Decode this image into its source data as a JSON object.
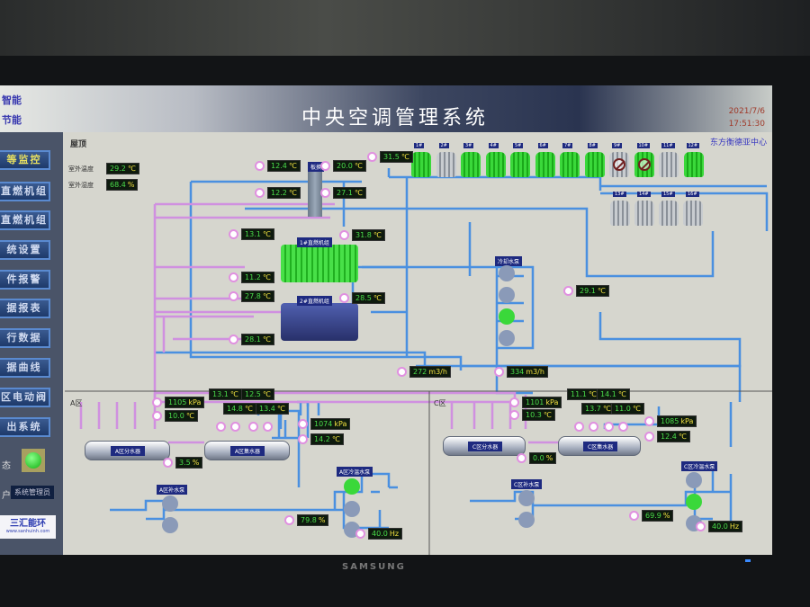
{
  "header": {
    "left_line1": "智能",
    "left_line2": "节能",
    "title": "中央空调管理系统",
    "date": "2021/7/6",
    "time": "17:51:30",
    "org": "东方衡德亚中心"
  },
  "sidebar": {
    "items": [
      {
        "label": "等监控",
        "active": true
      },
      {
        "label": "直燃机组"
      },
      {
        "label": "直燃机组"
      },
      {
        "label": "统设置"
      },
      {
        "label": "件报警"
      },
      {
        "label": "据报表"
      },
      {
        "label": "行数据"
      },
      {
        "label": "据曲线"
      },
      {
        "label": "区电动阀"
      },
      {
        "label": "出系统"
      }
    ],
    "status_label": "态",
    "user_label": "户",
    "user_value": "系统管理员",
    "logo": "三汇能环",
    "logo_url": "www.sanhuinh.com"
  },
  "roof": {
    "section": "屋顶",
    "outdoor_temp_label": "室外温度",
    "outdoor_temp": "29.2",
    "outdoor_hum_label": "室外湿度",
    "outdoor_hum": "68.4",
    "unit_c": "℃",
    "unit_pct": "%"
  },
  "plant": {
    "heat_exchanger": "板换",
    "chiller1": "1#直燃机组",
    "chiller2": "2#直燃机组",
    "cooling_pump": "冷却水泵",
    "temps": [
      "12.4",
      "12.2",
      "20.0",
      "27.1",
      "31.5",
      "13.1",
      "31.8",
      "11.2",
      "27.8",
      "28.5",
      "28.1",
      "29.1"
    ],
    "flow1": "272",
    "flow2": "334",
    "flow_unit": "m3/h"
  },
  "towers": [
    {
      "n": "1#",
      "state": "on"
    },
    {
      "n": "2#",
      "state": "off"
    },
    {
      "n": "3#",
      "state": "on"
    },
    {
      "n": "4#",
      "state": "on"
    },
    {
      "n": "5#",
      "state": "on"
    },
    {
      "n": "6#",
      "state": "on"
    },
    {
      "n": "7#",
      "state": "on"
    },
    {
      "n": "8#",
      "state": "on"
    },
    {
      "n": "9#",
      "state": "off",
      "disabled": true
    },
    {
      "n": "10#",
      "state": "on",
      "disabled": true
    },
    {
      "n": "11#",
      "state": "off"
    },
    {
      "n": "12#",
      "state": "on"
    },
    {
      "n": "13#",
      "state": "off"
    },
    {
      "n": "14#",
      "state": "off"
    },
    {
      "n": "15#",
      "state": "off"
    },
    {
      "n": "16#",
      "state": "off"
    }
  ],
  "zone_a": {
    "name": "A区",
    "supply": "A区分水器",
    "return": "A区集水器",
    "chw_pump": "A区冷温水泵",
    "makeup_pump": "A区补水泵",
    "p_supply": "1105",
    "t_supply": "10.0",
    "valve": "3.5",
    "branch_temps": [
      "13.1",
      "14.8",
      "12.5",
      "13.4"
    ],
    "p_return": "1074",
    "t_return": "14.2",
    "pump_valve": "79.8",
    "freq": "40.0"
  },
  "zone_c": {
    "name": "C区",
    "supply": "C区分水器",
    "return": "C区集水器",
    "chw_pump": "C区冷温水泵",
    "makeup_pump": "C区补水泵",
    "p_supply": "1101",
    "t_supply": "10.3",
    "valve": "0.0",
    "branch_temps": [
      "11.1",
      "13.7",
      "14.1",
      "11.0"
    ],
    "p_return": "1085",
    "t_return": "12.4",
    "pump_valve": "69.9",
    "freq": "40.0"
  },
  "units": {
    "kpa": "kPa",
    "c": "℃",
    "pct": "%",
    "hz": "Hz"
  },
  "monitor_brand": "SAMSUNG"
}
